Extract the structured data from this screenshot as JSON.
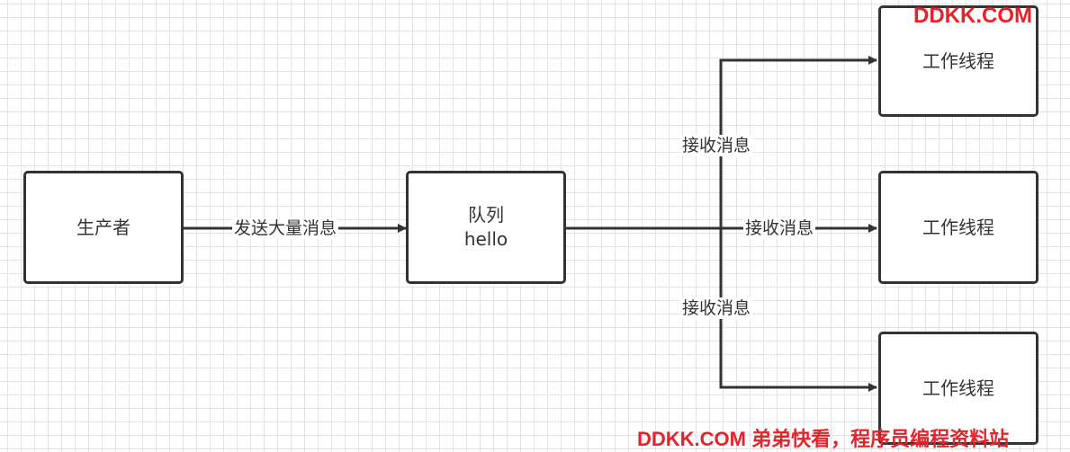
{
  "nodes": {
    "producer": {
      "label": "生产者"
    },
    "queue": {
      "line1": "队列",
      "line2": "hello"
    },
    "worker_top": {
      "label": "工作线程"
    },
    "worker_mid": {
      "label": "工作线程"
    },
    "worker_bottom": {
      "label": "工作线程"
    }
  },
  "edges": {
    "send": {
      "label": "发送大量消息"
    },
    "receive_top": {
      "label": "接收消息"
    },
    "receive_mid": {
      "label": "接收消息"
    },
    "receive_bottom": {
      "label": "接收消息"
    }
  },
  "watermark": {
    "top": "DDKK.COM",
    "bottom": "DDKK.COM 弟弟快看，程序员编程资料站"
  },
  "colors": {
    "stroke": "#333333",
    "watermark": "#e8222a",
    "grid": "#e4e4e4"
  }
}
